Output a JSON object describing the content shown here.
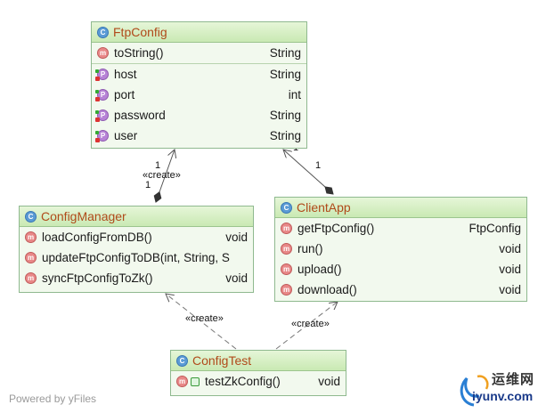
{
  "classes": {
    "ftpconfig": {
      "name": "FtpConfig",
      "methods": [
        {
          "name": "toString()",
          "type": "String"
        }
      ],
      "fields": [
        {
          "name": "host",
          "type": "String"
        },
        {
          "name": "port",
          "type": "int"
        },
        {
          "name": "password",
          "type": "String"
        },
        {
          "name": "user",
          "type": "String"
        }
      ]
    },
    "configmanager": {
      "name": "ConfigManager",
      "methods": [
        {
          "name": "loadConfigFromDB()",
          "type": "void"
        },
        {
          "name": "updateFtpConfigToDB(int, String, S",
          "type": ""
        },
        {
          "name": "syncFtpConfigToZk()",
          "type": "void"
        }
      ]
    },
    "clientapp": {
      "name": "ClientApp",
      "methods": [
        {
          "name": "getFtpConfig()",
          "type": "FtpConfig"
        },
        {
          "name": "run()",
          "type": "void"
        },
        {
          "name": "upload()",
          "type": "void"
        },
        {
          "name": "download()",
          "type": "void"
        }
      ]
    },
    "configtest": {
      "name": "ConfigTest",
      "methods": [
        {
          "name": "testZkConfig()",
          "type": "void"
        }
      ]
    }
  },
  "edges": {
    "cm_to_ftp": {
      "stereotype": "«create»",
      "mult_source": "1",
      "mult_target": "1"
    },
    "ca_to_ftp": {
      "mult_source": "1",
      "mult_target": "1"
    },
    "test_to_cm": {
      "stereotype": "«create»"
    },
    "test_to_ca": {
      "stereotype": "«create»"
    }
  },
  "icons": {
    "class": "class-icon-c",
    "method": "method-icon-m",
    "property": "property-icon-p",
    "test_class": "test-class-icon"
  },
  "colors": {
    "header_bg": "#d4efc2",
    "body_bg": "#f2f9ee",
    "border": "#8fb98f",
    "class_name": "#b04a1a"
  },
  "footer": {
    "powered_by": "Powered by yFiles"
  },
  "watermark": {
    "site_cn": "运维网",
    "url": "iyunv.com"
  }
}
